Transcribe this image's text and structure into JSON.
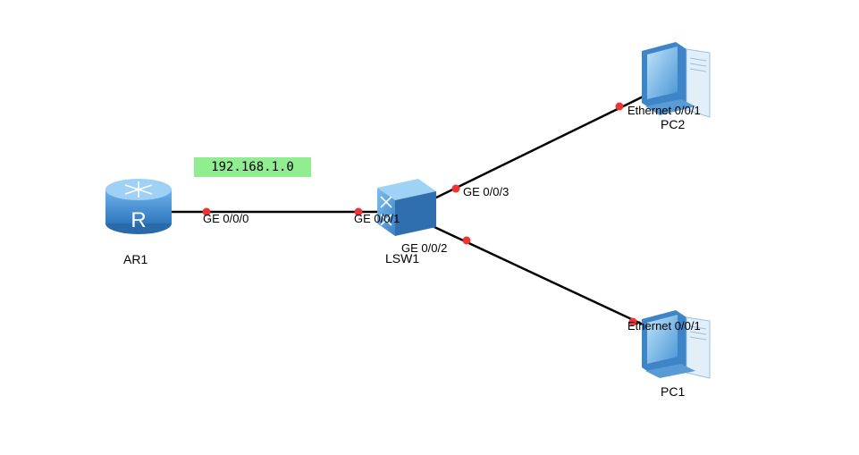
{
  "colors": {
    "link": "#000000",
    "port_dot": "#ee3333",
    "subnet_bg": "#90ee90",
    "device_blue": "#3a86c8"
  },
  "subnet": {
    "label": "192.168.1.0"
  },
  "devices": {
    "router": {
      "name": "AR1",
      "icon": "router-icon"
    },
    "switch": {
      "name": "LSW1",
      "icon": "switch-icon"
    },
    "pc1": {
      "name": "PC1",
      "icon": "pc-icon"
    },
    "pc2": {
      "name": "PC2",
      "icon": "pc-icon"
    }
  },
  "ports": {
    "ar1_ge000": "GE 0/0/0",
    "lsw1_ge001": "GE 0/0/1",
    "lsw1_ge003": "GE 0/0/3",
    "lsw1_ge002": "GE 0/0/2",
    "pc2_eth": "Ethernet 0/0/1",
    "pc1_eth": "Ethernet 0/0/1"
  },
  "links": [
    {
      "from": "AR1",
      "to": "LSW1"
    },
    {
      "from": "LSW1",
      "to": "PC2"
    },
    {
      "from": "LSW1",
      "to": "PC1"
    }
  ]
}
